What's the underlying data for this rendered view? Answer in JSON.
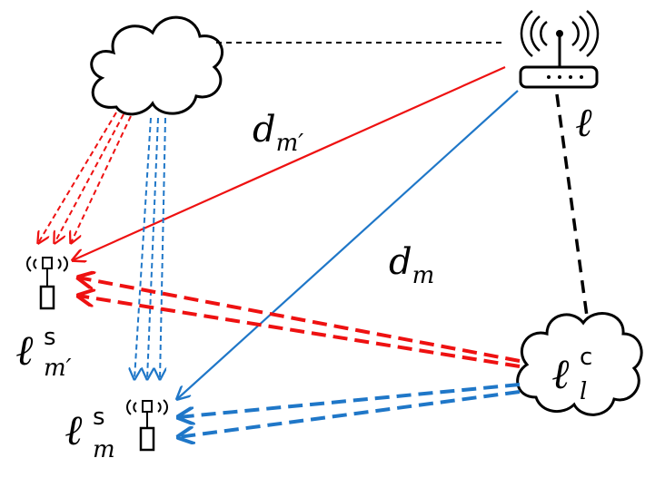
{
  "colors": {
    "red": "#ee1111",
    "blue": "#1f77c8",
    "black": "#000000"
  },
  "labels": {
    "ap": "ℓ",
    "d_mprime_base": "d",
    "d_mprime_sub": "m′",
    "d_m_base": "d",
    "d_m_sub": "m",
    "user_mprime_base": "ℓ",
    "user_mprime_sup": "s",
    "user_mprime_sub": "m′",
    "user_m_base": "ℓ",
    "user_m_sup": "s",
    "user_m_sub": "m",
    "cluster_base": "ℓ",
    "cluster_sup": "c",
    "cluster_sub": "l"
  },
  "icons": {
    "access_point": "wifi-router-icon",
    "cloud_top": "cloud-icon",
    "cloud_cluster": "cloud-icon",
    "user_device": "antenna-device-icon"
  }
}
